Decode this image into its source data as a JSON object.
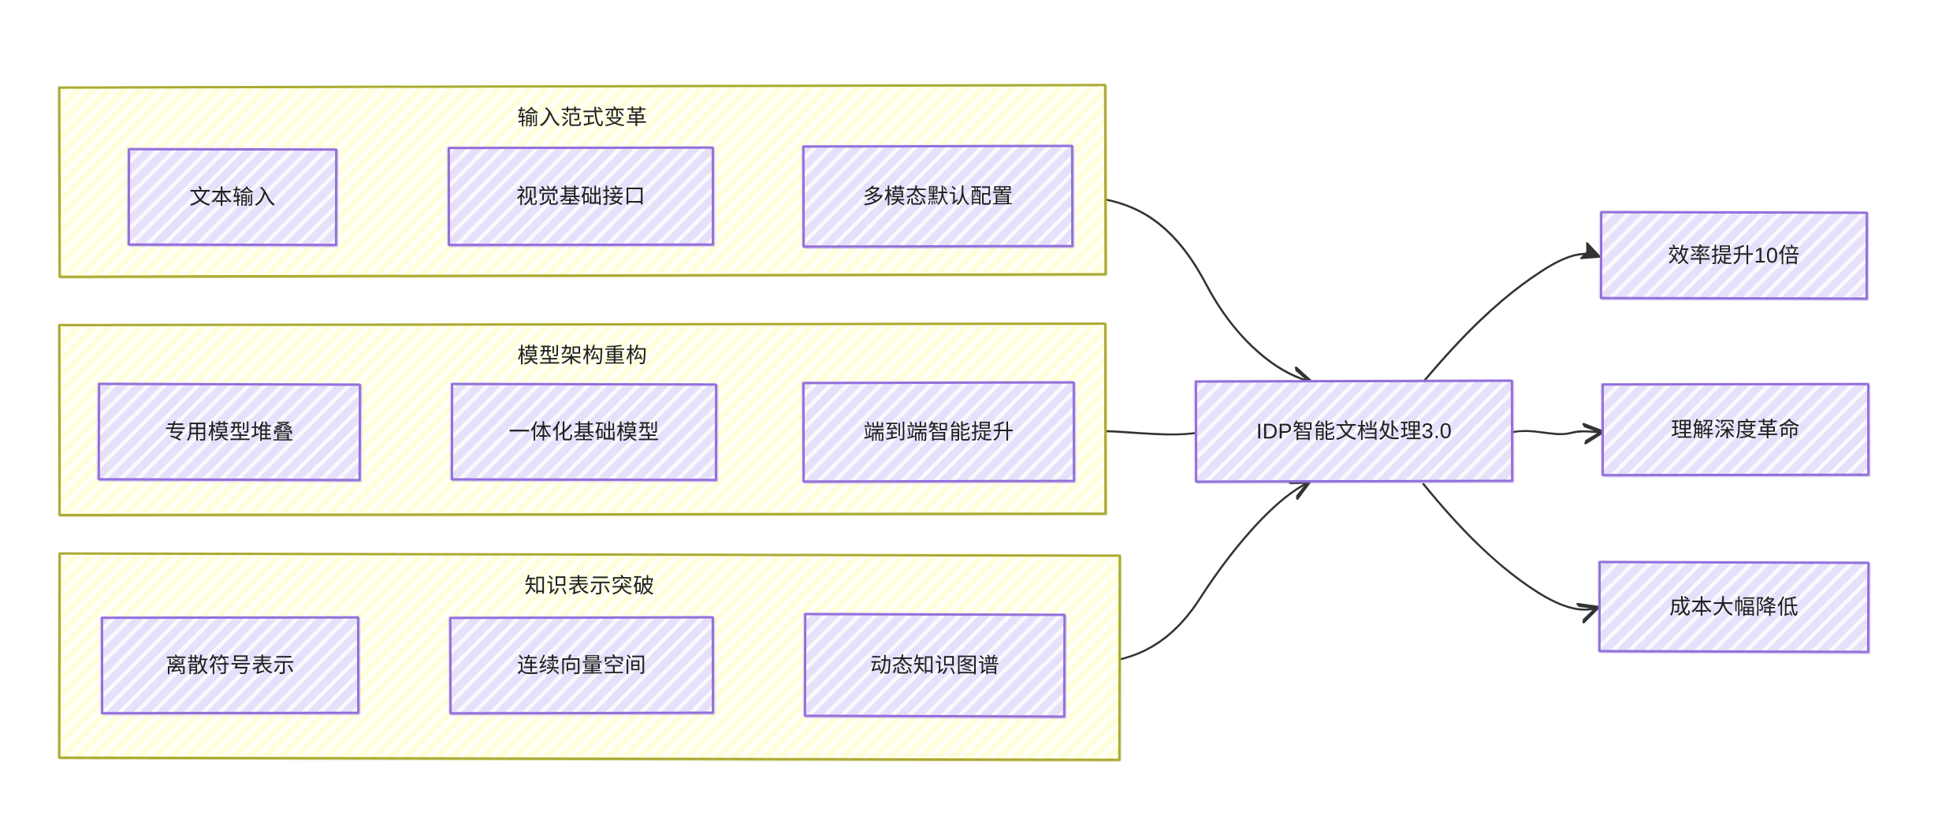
{
  "diagram": {
    "type": "flowchart",
    "direction": "left-to-right",
    "style": "hand-drawn-sketch",
    "colors": {
      "subgraph_border": "#aaaa33",
      "subgraph_fill": "#ffffde",
      "node_border": "#9370db",
      "node_fill": "#e6e1fa",
      "edge_stroke": "#333333",
      "text": "#1f1f1f",
      "background": "#ffffff"
    }
  },
  "subgraphs": [
    {
      "id": "sg-input-paradigm",
      "title": "输入范式变革",
      "nodes": [
        {
          "id": "n-text-input",
          "label": "文本输入"
        },
        {
          "id": "n-vision-api",
          "label": "视觉基础接口"
        },
        {
          "id": "n-multimodal",
          "label": "多模态默认配置"
        }
      ]
    },
    {
      "id": "sg-model-arch",
      "title": "模型架构重构",
      "nodes": [
        {
          "id": "n-stacked-models",
          "label": "专用模型堆叠"
        },
        {
          "id": "n-unified-model",
          "label": "一体化基础模型"
        },
        {
          "id": "n-e2e-intel",
          "label": "端到端智能提升"
        }
      ]
    },
    {
      "id": "sg-knowledge",
      "title": "知识表示突破",
      "nodes": [
        {
          "id": "n-discrete-sym",
          "label": "离散符号表示"
        },
        {
          "id": "n-vector-space",
          "label": "连续向量空间"
        },
        {
          "id": "n-dynamic-kg",
          "label": "动态知识图谱"
        }
      ]
    }
  ],
  "center": {
    "id": "n-idp-core",
    "label": "IDP智能文档处理3.0"
  },
  "outcomes": [
    {
      "id": "n-efficiency",
      "label": "效率提升10倍"
    },
    {
      "id": "n-depth",
      "label": "理解深度革命"
    },
    {
      "id": "n-cost",
      "label": "成本大幅降低"
    }
  ],
  "edges": [
    {
      "from": "n-text-input",
      "to": "n-vision-api",
      "arrow": "open"
    },
    {
      "from": "n-vision-api",
      "to": "n-multimodal",
      "arrow": "open"
    },
    {
      "from": "n-stacked-models",
      "to": "n-unified-model",
      "arrow": "open"
    },
    {
      "from": "n-unified-model",
      "to": "n-e2e-intel",
      "arrow": "open"
    },
    {
      "from": "n-discrete-sym",
      "to": "n-vector-space",
      "arrow": "open"
    },
    {
      "from": "n-vector-space",
      "to": "n-dynamic-kg",
      "arrow": "open"
    },
    {
      "from": "n-multimodal",
      "to": "n-idp-core",
      "arrow": "open"
    },
    {
      "from": "n-e2e-intel",
      "to": "n-idp-core",
      "arrow": "open"
    },
    {
      "from": "n-dynamic-kg",
      "to": "n-idp-core",
      "arrow": "open"
    },
    {
      "from": "n-idp-core",
      "to": "n-efficiency",
      "arrow": "filled"
    },
    {
      "from": "n-idp-core",
      "to": "n-depth",
      "arrow": "open"
    },
    {
      "from": "n-idp-core",
      "to": "n-cost",
      "arrow": "open"
    }
  ]
}
